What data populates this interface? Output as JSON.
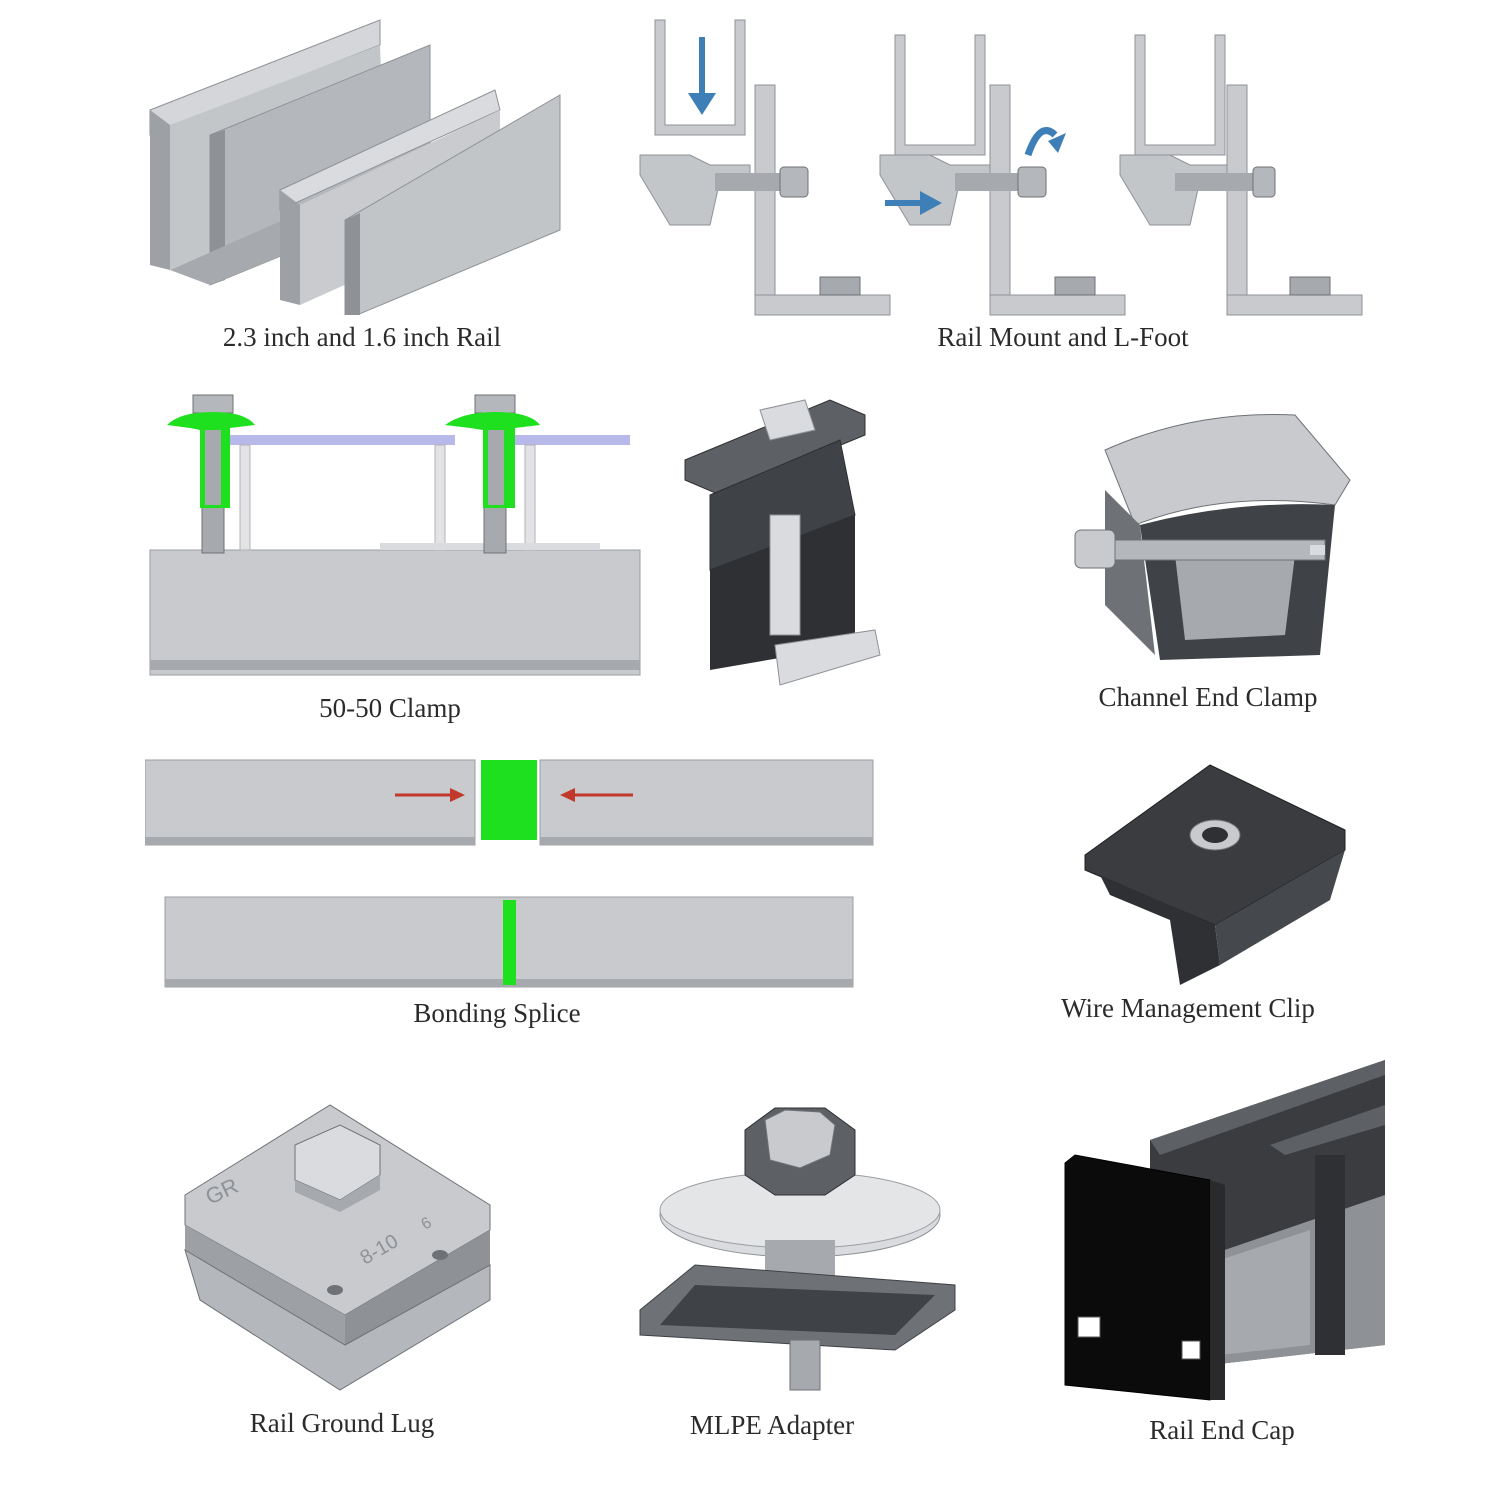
{
  "captions": {
    "rail": "2.3 inch and 1.6 inch Rail",
    "rail_mount": "Rail Mount and L-Foot",
    "clamp_5050": "50-50 Clamp",
    "channel_end_clamp": "Channel End Clamp",
    "bonding_splice": "Bonding Splice",
    "wire_clip": "Wire Management Clip",
    "ground_lug": "Rail Ground Lug",
    "mlpe_adapter": "MLPE Adapter",
    "rail_end_cap": "Rail End Cap"
  },
  "markings": {
    "lug_brand": "GR",
    "lug_size": "8-10",
    "lug_size_short": "6"
  },
  "colors": {
    "aluminum": "#b9bcc0",
    "aluminum_dark": "#8e9296",
    "aluminum_light": "#d9dbde",
    "black_part": "#2e3033",
    "highlight_green": "#1fe01f",
    "arrow_blue": "#3e7fb8",
    "arrow_red": "#c0392b",
    "panel_blue": "#b8b8ea"
  },
  "icons": {
    "down_arrow": "down-arrow-icon",
    "right_arrow": "right-arrow-icon",
    "rotate_arrow": "rotate-arrow-icon",
    "push_arrows": "push-arrows-icon"
  }
}
